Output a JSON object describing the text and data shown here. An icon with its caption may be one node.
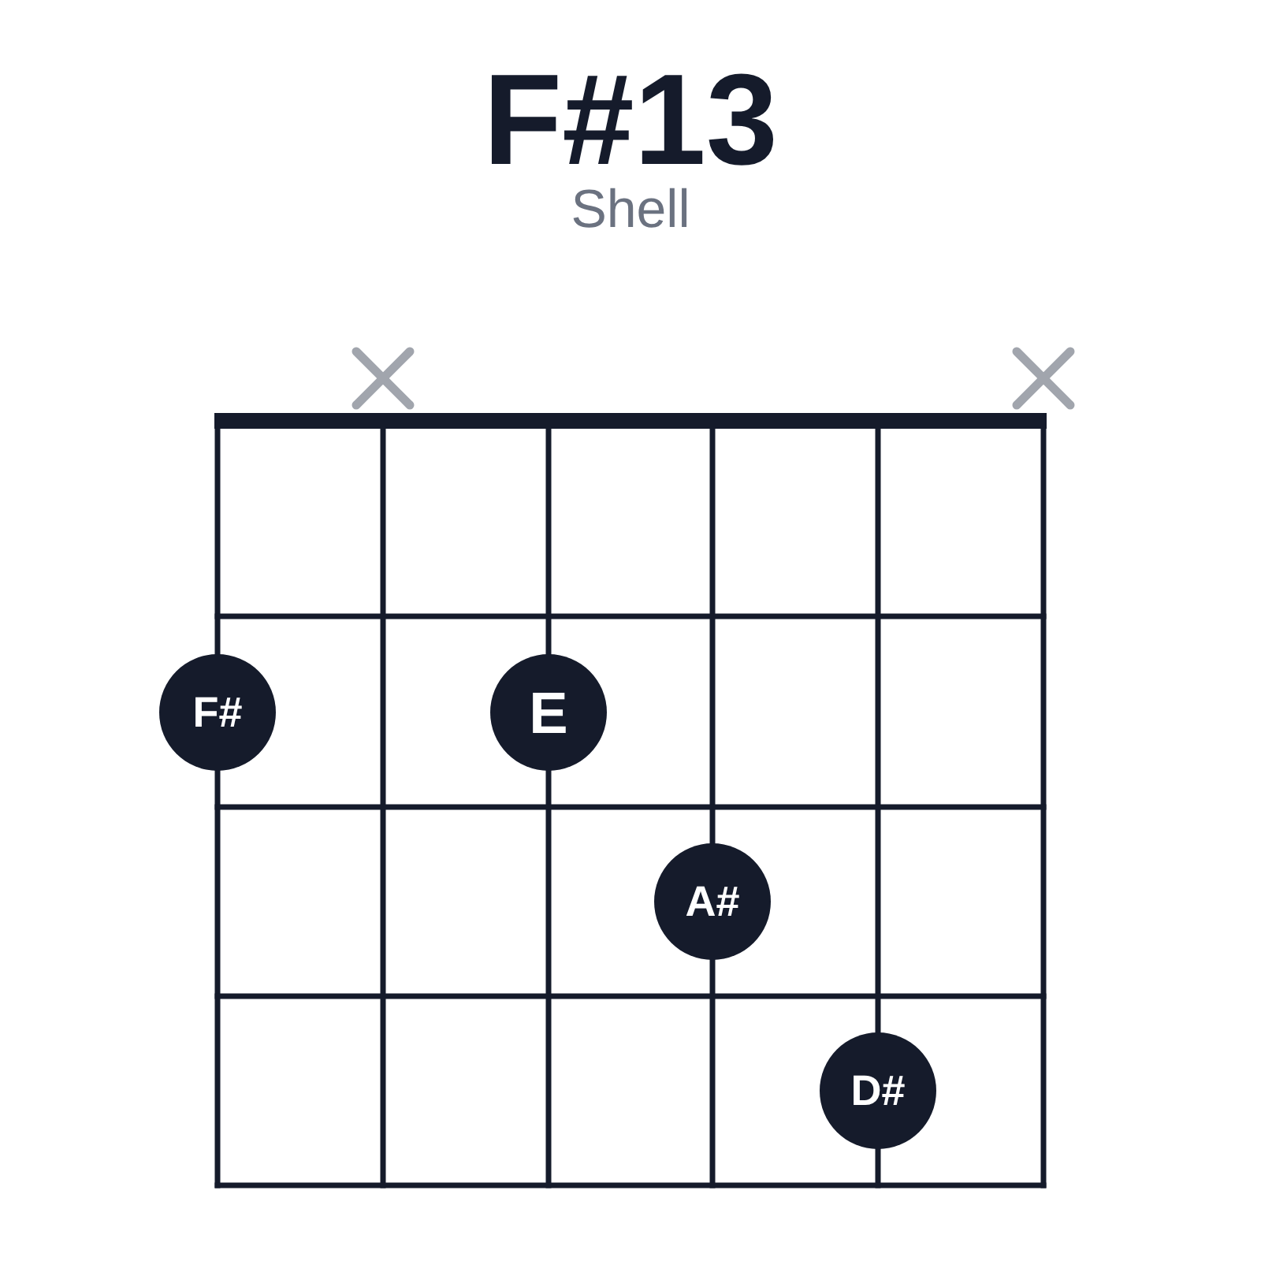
{
  "diagram": {
    "title": "F#13",
    "nodes": [
      {
        "text": [
          "F#"
        ]
      },
      {
        "text": [
          "E"
        ]
      },
      {
        "text": [
          "A#"
        ]
      },
      {
        "text": [
          "D#"
        ]
      }
    ],
    "labels": [
      "Shell"
    ]
  }
}
